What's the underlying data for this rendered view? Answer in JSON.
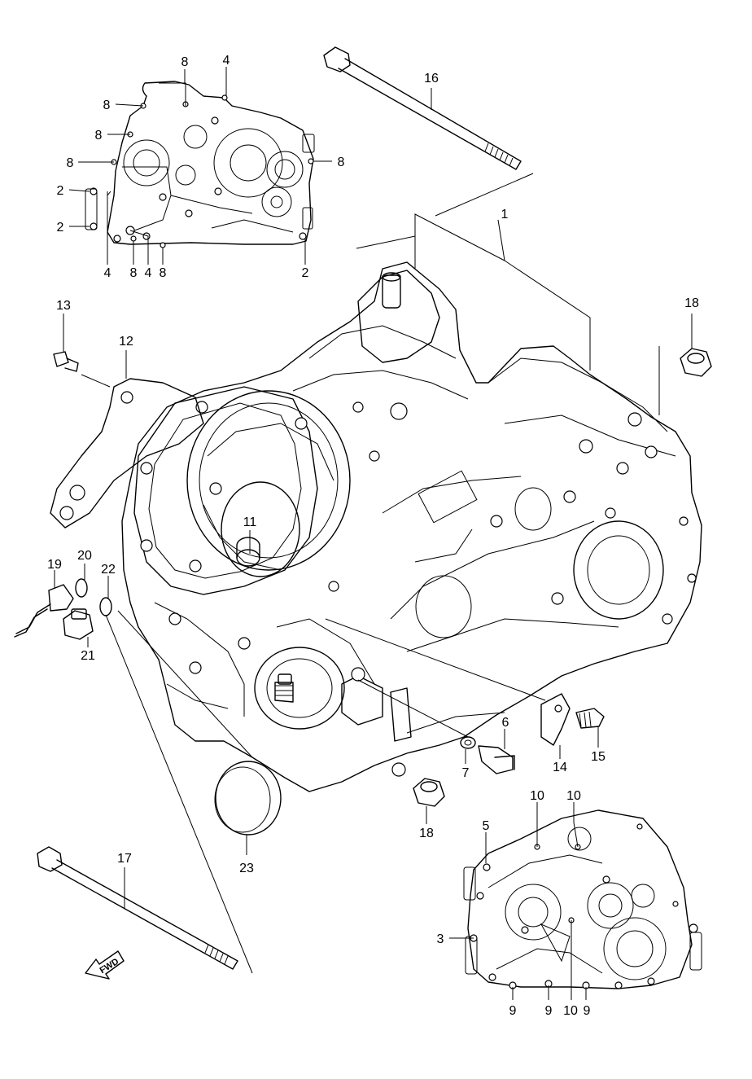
{
  "diagram": {
    "callouts": [
      "1",
      "2",
      "3",
      "4",
      "5",
      "6",
      "7",
      "8",
      "9",
      "10",
      "11",
      "12",
      "13",
      "14",
      "15",
      "16",
      "17",
      "18",
      "19",
      "20",
      "21",
      "22",
      "23"
    ],
    "direction_label": "FWD"
  }
}
